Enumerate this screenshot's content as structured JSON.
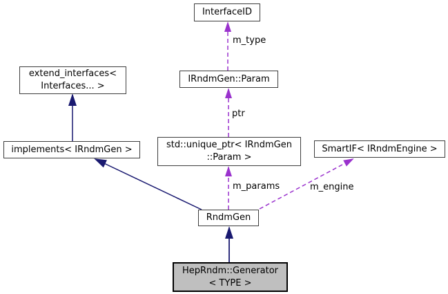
{
  "diagram": {
    "type": "uml-collaboration-graph",
    "colors": {
      "inheritance_arrow": "#191970",
      "usage_arrow": "#9a32cd",
      "node_border": "#3c3c3c",
      "node_fill": "#ffffff",
      "current_node_fill": "#bfbfbf",
      "text": "#000000"
    }
  },
  "nodes": {
    "interfaceid": {
      "label": "InterfaceID"
    },
    "extend_interfaces": {
      "label": "extend_interfaces<\nInterfaces... >"
    },
    "irndmgen_param": {
      "label": "IRndmGen::Param"
    },
    "implements": {
      "label": "implements< IRndmGen >"
    },
    "unique_ptr": {
      "label": "std::unique_ptr< IRndmGen\n::Param >"
    },
    "smartif": {
      "label": "SmartIF< IRndmEngine >"
    },
    "rndmgen": {
      "label": "RndmGen"
    },
    "hep_generator": {
      "label": "HepRndm::Generator\n< TYPE >"
    }
  },
  "edges": [
    {
      "from": "IRndmGen::Param",
      "to": "InterfaceID",
      "label": "m_type",
      "type": "usage-dashed"
    },
    {
      "from": "std::unique_ptr< IRndmGen::Param >",
      "to": "IRndmGen::Param",
      "label": "ptr",
      "type": "usage-dashed"
    },
    {
      "from": "RndmGen",
      "to": "std::unique_ptr< IRndmGen::Param >",
      "label": "m_params",
      "type": "usage-dashed"
    },
    {
      "from": "RndmGen",
      "to": "SmartIF< IRndmEngine >",
      "label": "m_engine",
      "type": "usage-dashed"
    },
    {
      "from": "implements< IRndmGen >",
      "to": "extend_interfaces< Interfaces... >",
      "label": "",
      "type": "inheritance-solid"
    },
    {
      "from": "RndmGen",
      "to": "implements< IRndmGen >",
      "label": "",
      "type": "inheritance-solid"
    },
    {
      "from": "HepRndm::Generator< TYPE >",
      "to": "RndmGen",
      "label": "",
      "type": "inheritance-solid"
    }
  ]
}
